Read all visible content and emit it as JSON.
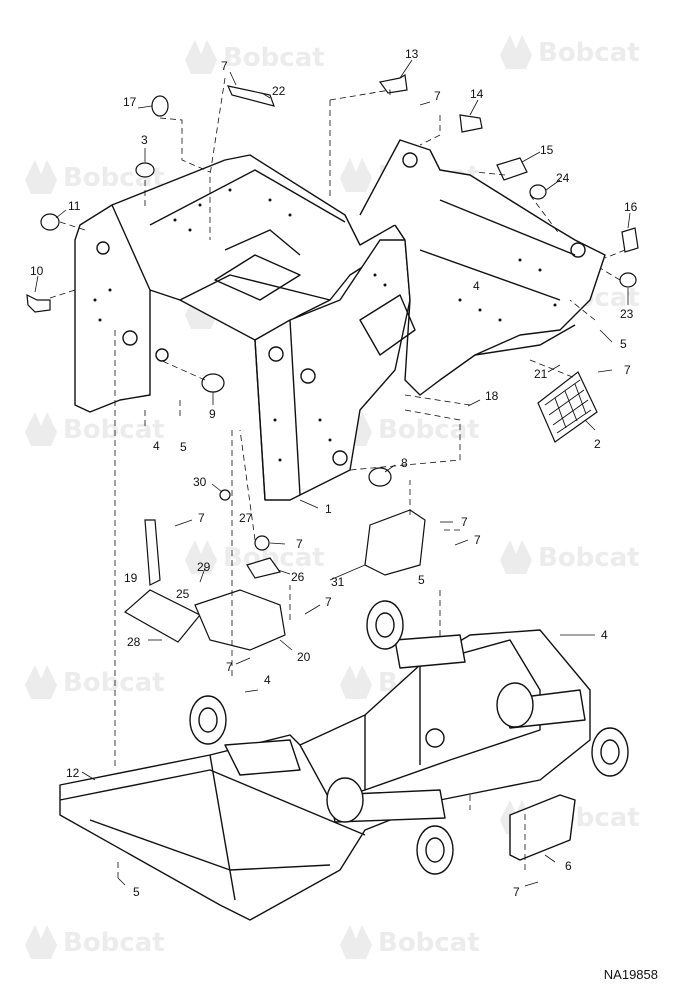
{
  "watermark": {
    "text": "Bobcat",
    "color": "#ececec"
  },
  "figure_code": "NA19858",
  "callouts": [
    {
      "id": "c7a",
      "text": "7"
    },
    {
      "id": "c22",
      "text": "22"
    },
    {
      "id": "c17",
      "text": "17"
    },
    {
      "id": "c3",
      "text": "3"
    },
    {
      "id": "c11",
      "text": "11"
    },
    {
      "id": "c10",
      "text": "10"
    },
    {
      "id": "c13",
      "text": "13"
    },
    {
      "id": "c7b",
      "text": "7"
    },
    {
      "id": "c14",
      "text": "14"
    },
    {
      "id": "c15",
      "text": "15"
    },
    {
      "id": "c24",
      "text": "24"
    },
    {
      "id": "c16",
      "text": "16"
    },
    {
      "id": "c4a",
      "text": "4"
    },
    {
      "id": "c23",
      "text": "23"
    },
    {
      "id": "c5a",
      "text": "5"
    },
    {
      "id": "c21",
      "text": "21"
    },
    {
      "id": "c7c",
      "text": "7"
    },
    {
      "id": "c18",
      "text": "18"
    },
    {
      "id": "c2",
      "text": "2"
    },
    {
      "id": "c9",
      "text": "9"
    },
    {
      "id": "c4b",
      "text": "4"
    },
    {
      "id": "c5b",
      "text": "5"
    },
    {
      "id": "c8",
      "text": "8"
    },
    {
      "id": "c30",
      "text": "30"
    },
    {
      "id": "c1",
      "text": "1"
    },
    {
      "id": "c7d",
      "text": "7"
    },
    {
      "id": "c27",
      "text": "27"
    },
    {
      "id": "c7e",
      "text": "7"
    },
    {
      "id": "c7f",
      "text": "7"
    },
    {
      "id": "c7g",
      "text": "7"
    },
    {
      "id": "c19",
      "text": "19"
    },
    {
      "id": "c26",
      "text": "26"
    },
    {
      "id": "c29",
      "text": "29"
    },
    {
      "id": "c31",
      "text": "31"
    },
    {
      "id": "c5c",
      "text": "5"
    },
    {
      "id": "c25",
      "text": "25"
    },
    {
      "id": "c7h",
      "text": "7"
    },
    {
      "id": "c28",
      "text": "28"
    },
    {
      "id": "c20",
      "text": "20"
    },
    {
      "id": "c4c",
      "text": "4"
    },
    {
      "id": "c7i",
      "text": "7"
    },
    {
      "id": "c4d",
      "text": "4"
    },
    {
      "id": "c12",
      "text": "12"
    },
    {
      "id": "c6",
      "text": "6"
    },
    {
      "id": "c5d",
      "text": "5"
    },
    {
      "id": "c7j",
      "text": "7"
    }
  ]
}
